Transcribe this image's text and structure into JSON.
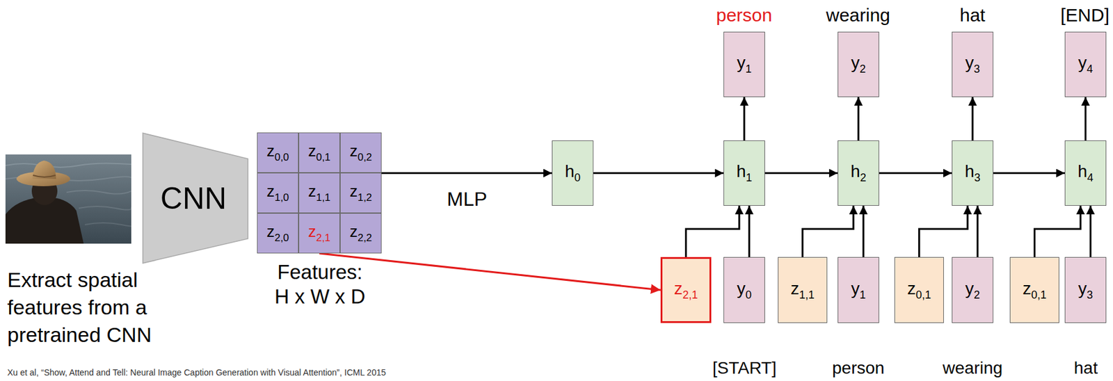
{
  "diagram": {
    "nodes": [
      {
        "text": [
          "CNN"
        ]
      },
      {
        "text": [
          "Features: H x W x D"
        ]
      },
      {
        "text": [
          "z",
          "0,0"
        ],
        "in": 1
      },
      {
        "text": [
          "z",
          "0,1"
        ],
        "in": 1
      },
      {
        "text": [
          "z",
          "0,2"
        ],
        "in": 1
      },
      {
        "text": [
          "z",
          "1,0"
        ],
        "in": 1
      },
      {
        "text": [
          "z",
          "1,1"
        ],
        "in": 1
      },
      {
        "text": [
          "z",
          "1,2"
        ],
        "in": 1
      },
      {
        "text": [
          "z",
          "2,0"
        ],
        "in": 1
      },
      {
        "text": [
          "z",
          "2,1"
        ],
        "in": 1
      },
      {
        "text": [
          "z",
          "2,2"
        ],
        "in": 1
      },
      {
        "text": [
          "h",
          "0"
        ]
      },
      {
        "text": [
          "y",
          "1"
        ]
      },
      {
        "text": [
          "y",
          "2"
        ]
      },
      {
        "text": [
          "y",
          "3"
        ]
      },
      {
        "text": [
          "y",
          "4"
        ]
      },
      {
        "text": [
          "h",
          "1"
        ]
      },
      {
        "text": [
          "h",
          "2"
        ]
      },
      {
        "text": [
          "h",
          "3"
        ]
      },
      {
        "text": [
          "h",
          "4"
        ]
      },
      {
        "text": [
          "z",
          "2,1"
        ]
      },
      {
        "text": [
          "y",
          "0"
        ]
      },
      {
        "text": [
          "z",
          "1,1"
        ]
      },
      {
        "text": [
          "y",
          "1"
        ]
      },
      {
        "text": [
          "z",
          "0,1"
        ]
      },
      {
        "text": [
          "y",
          "2"
        ]
      },
      {
        "text": [
          "z",
          "0,1"
        ]
      },
      {
        "text": [
          "y",
          "3"
        ]
      }
    ],
    "edges": [
      {
        "from": 1,
        "to": 11,
        "label": "MLP",
        "arrow": "to"
      },
      {
        "from": 11,
        "to": 16,
        "arrow": "to"
      },
      {
        "from": 16,
        "to": 17,
        "arrow": "to"
      },
      {
        "from": 17,
        "to": 18,
        "arrow": "to"
      },
      {
        "from": 18,
        "to": 19,
        "arrow": "to"
      },
      {
        "from": 16,
        "to": 12,
        "arrow": "to"
      },
      {
        "from": 17,
        "to": 13,
        "arrow": "to"
      },
      {
        "from": 18,
        "to": 14,
        "arrow": "to"
      },
      {
        "from": 19,
        "to": 15,
        "arrow": "to"
      },
      {
        "from": 20,
        "to": 16,
        "arrow": "to"
      },
      {
        "from": 21,
        "to": 16,
        "arrow": "to"
      },
      {
        "from": 22,
        "to": 17,
        "arrow": "to"
      },
      {
        "from": 23,
        "to": 17,
        "arrow": "to"
      },
      {
        "from": 24,
        "to": 18,
        "arrow": "to"
      },
      {
        "from": 25,
        "to": 18,
        "arrow": "to"
      },
      {
        "from": 26,
        "to": 19,
        "arrow": "to"
      },
      {
        "from": 27,
        "to": 19,
        "arrow": "to"
      },
      {
        "from": 9,
        "to": 20,
        "arrow": "to"
      }
    ],
    "labels": [
      "person",
      "wearing",
      "hat",
      "[END]",
      "Extract spatial features from a pretrained CNN",
      "[START]",
      "person",
      "wearing",
      "hat",
      "Xu et al, “Show, Attend and Tell: Neural Image Caption Generation with Visual Attention”, ICML 2015"
    ]
  }
}
